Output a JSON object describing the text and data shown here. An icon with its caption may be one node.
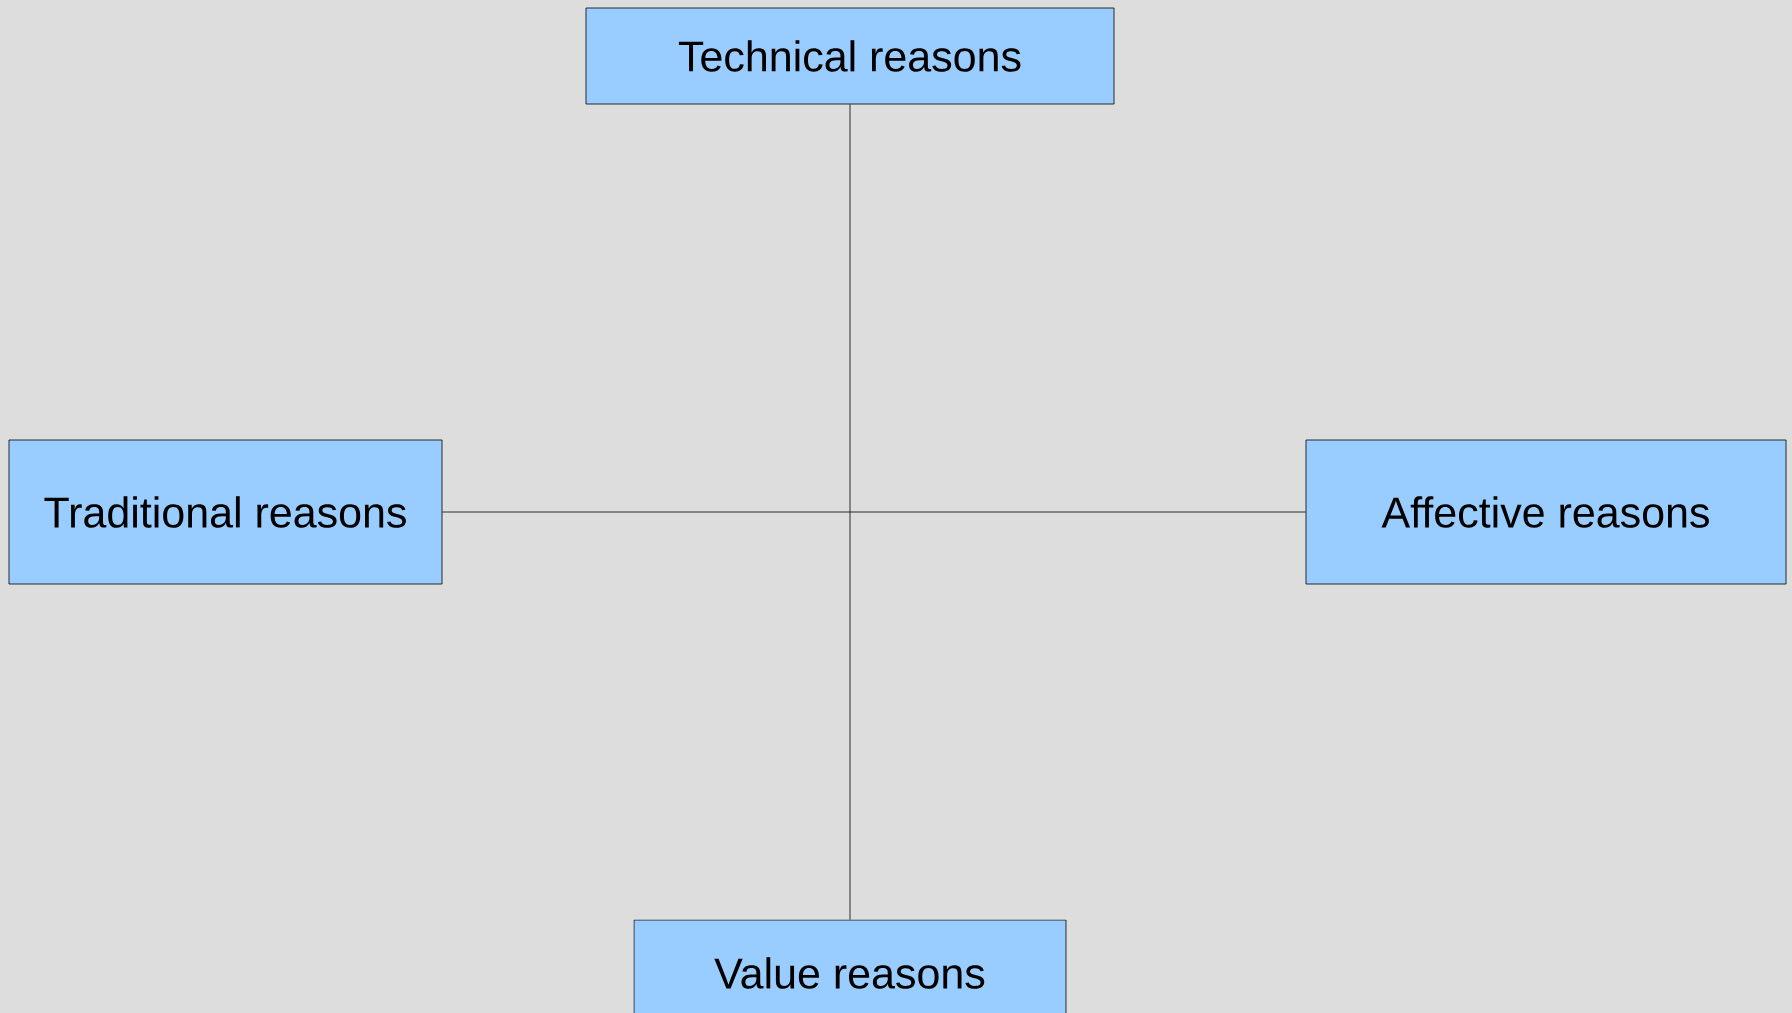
{
  "diagram": {
    "nodes": [
      {
        "text": [
          "Technical reasons"
        ]
      },
      {
        "text": [
          "Traditional reasons"
        ]
      },
      {
        "text": [
          "Affective reasons"
        ]
      },
      {
        "text": [
          "Value reasons"
        ]
      }
    ],
    "edges": [
      {
        "from": 0,
        "to": 3,
        "arrow": "none"
      },
      {
        "from": 1,
        "to": 2,
        "arrow": "none"
      }
    ]
  }
}
